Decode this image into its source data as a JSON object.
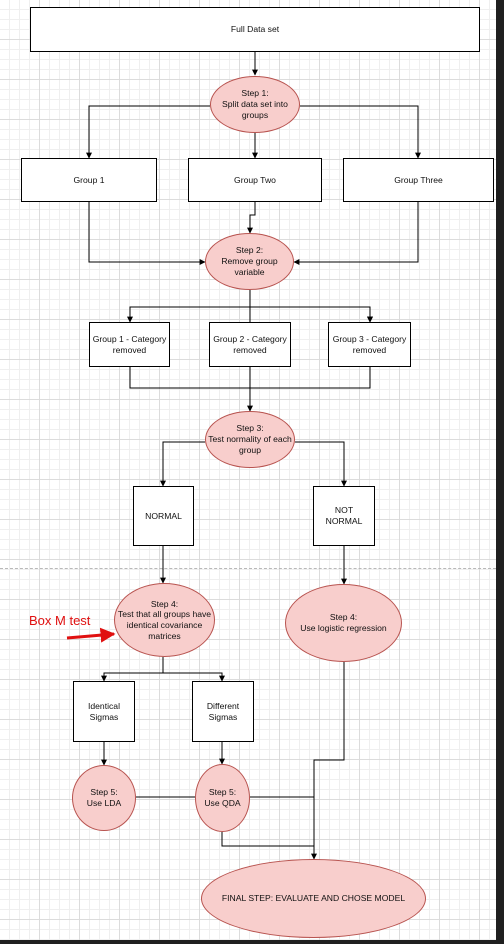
{
  "nodes": {
    "full_data_set": "Full Data set",
    "step1": "Step 1:\nSplit data set into\ngroups",
    "group1": "Group 1",
    "group_two": "Group Two",
    "group_three": "Group Three",
    "step2": "Step 2:\nRemove group\nvariable",
    "group1_cat": "Group 1 - Category\nremoved",
    "group2_cat": "Group 2 - Category\nremoved",
    "group3_cat": "Group 3 - Category\nremoved",
    "step3": "Step 3:\nTest normality of each\ngroup",
    "normal": "NORMAL",
    "not_normal": "NOT\nNORMAL",
    "step4a": "Step 4:\nTest that all groups have\nidentical covariance\nmatrices",
    "step4b": "Step 4:\nUse logistic regression",
    "identical_sigmas": "Identical\nSigmas",
    "different_sigmas": "Different\nSigmas",
    "step5_lda": "Step 5:\nUse LDA",
    "step5_qda": "Step 5:\nUse QDA",
    "final_step": "FINAL STEP: EVALUATE AND CHOSE MODEL"
  },
  "annotation": {
    "text": "Box M test",
    "color": "#e01010"
  },
  "colors": {
    "ellipse_fill": "#f8cecc",
    "ellipse_stroke": "#b85450",
    "box_stroke": "#000000",
    "line": "#000000",
    "arrow_annotation": "#e01010"
  }
}
